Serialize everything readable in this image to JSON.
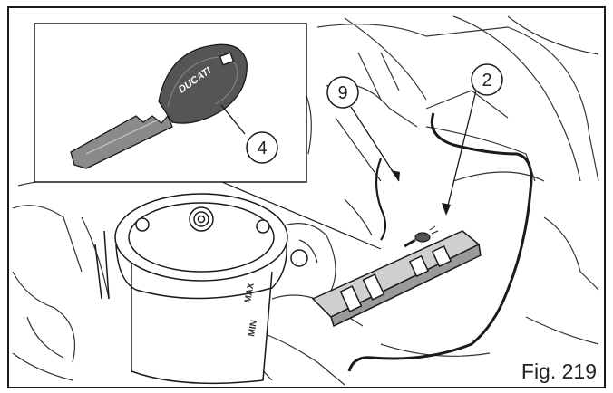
{
  "callouts": {
    "key": "4",
    "part_9": "9",
    "part_2": "2"
  },
  "caption": "Fig. 219",
  "reservoir_marks": {
    "max": "MAX",
    "min": "MIN"
  },
  "key_brand": "DUCATI",
  "colors": {
    "line": "#1a1a1a",
    "key_dark": "#555555",
    "background": "#ffffff"
  }
}
